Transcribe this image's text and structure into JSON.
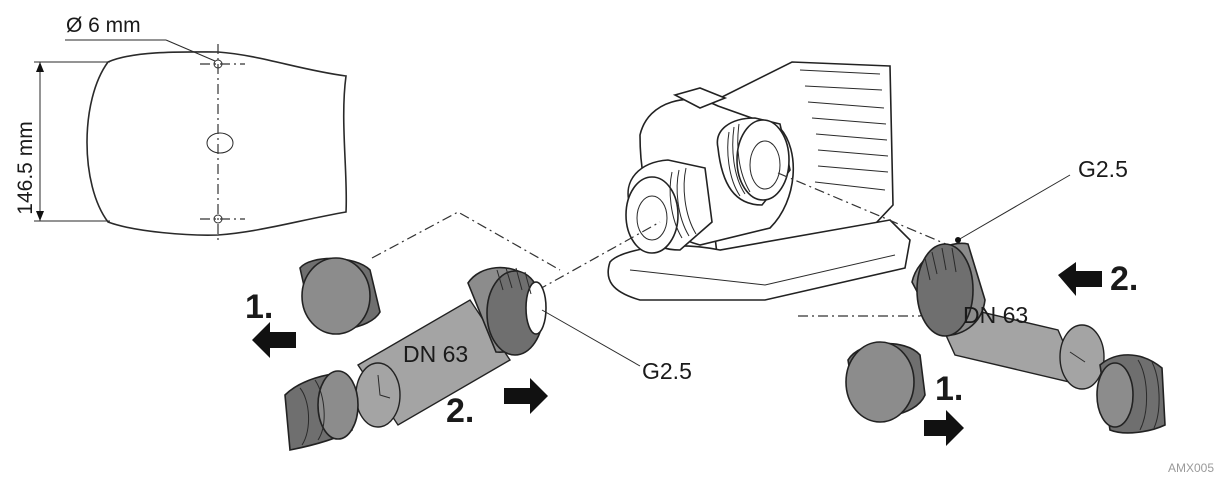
{
  "figure": {
    "labels": {
      "hole_diameter": "Ø 6 mm",
      "height": "146.5 mm",
      "left_step1": "1.",
      "left_step2": "2.",
      "right_step1": "1.",
      "right_step2": "2.",
      "left_hose": "DN 63",
      "right_hose": "DN 63",
      "left_thread": "G2.5",
      "right_thread": "G2.5",
      "figure_code": "AMX005"
    }
  }
}
